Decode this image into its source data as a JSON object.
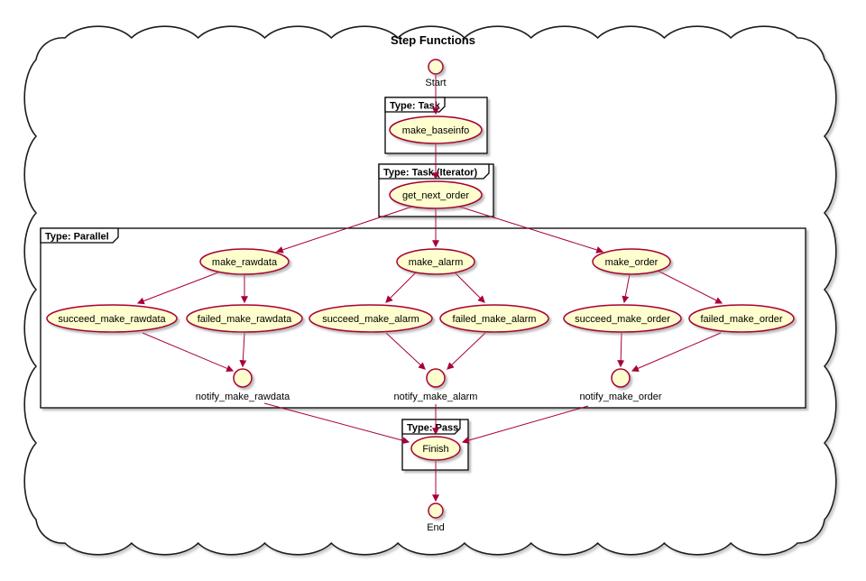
{
  "diagram": {
    "title": "Step Functions",
    "frames": {
      "task": {
        "label": "Type: Task"
      },
      "iterator": {
        "label": "Type: Task (Iterator)"
      },
      "parallel": {
        "label": "Type: Parallel"
      },
      "pass": {
        "label": "Type: Pass"
      }
    },
    "nodes": {
      "start": {
        "label": "Start",
        "shape": "circle"
      },
      "make_baseinfo": {
        "label": "make_baseinfo",
        "shape": "ellipse"
      },
      "get_next_order": {
        "label": "get_next_order",
        "shape": "ellipse"
      },
      "make_rawdata": {
        "label": "make_rawdata",
        "shape": "ellipse"
      },
      "succeed_make_rawdata": {
        "label": "succeed_make_rawdata",
        "shape": "ellipse"
      },
      "failed_make_rawdata": {
        "label": "failed_make_rawdata",
        "shape": "ellipse"
      },
      "notify_make_rawdata": {
        "label": "notify_make_rawdata",
        "shape": "circle"
      },
      "make_alarm": {
        "label": "make_alarm",
        "shape": "ellipse"
      },
      "succeed_make_alarm": {
        "label": "succeed_make_alarm",
        "shape": "ellipse"
      },
      "failed_make_alarm": {
        "label": "failed_make_alarm",
        "shape": "ellipse"
      },
      "notify_make_alarm": {
        "label": "notify_make_alarm",
        "shape": "circle"
      },
      "make_order": {
        "label": "make_order",
        "shape": "ellipse"
      },
      "succeed_make_order": {
        "label": "succeed_make_order",
        "shape": "ellipse"
      },
      "failed_make_order": {
        "label": "failed_make_order",
        "shape": "ellipse"
      },
      "notify_make_order": {
        "label": "notify_make_order",
        "shape": "circle"
      },
      "finish": {
        "label": "Finish",
        "shape": "ellipse"
      },
      "end": {
        "label": "End",
        "shape": "circle"
      }
    },
    "edges": [
      {
        "from": "start",
        "to": "make_baseinfo"
      },
      {
        "from": "make_baseinfo",
        "to": "get_next_order"
      },
      {
        "from": "get_next_order",
        "to": "make_rawdata"
      },
      {
        "from": "get_next_order",
        "to": "make_alarm"
      },
      {
        "from": "get_next_order",
        "to": "make_order"
      },
      {
        "from": "make_rawdata",
        "to": "succeed_make_rawdata"
      },
      {
        "from": "make_rawdata",
        "to": "failed_make_rawdata"
      },
      {
        "from": "succeed_make_rawdata",
        "to": "notify_make_rawdata"
      },
      {
        "from": "failed_make_rawdata",
        "to": "notify_make_rawdata"
      },
      {
        "from": "make_alarm",
        "to": "succeed_make_alarm"
      },
      {
        "from": "make_alarm",
        "to": "failed_make_alarm"
      },
      {
        "from": "succeed_make_alarm",
        "to": "notify_make_alarm"
      },
      {
        "from": "failed_make_alarm",
        "to": "notify_make_alarm"
      },
      {
        "from": "make_order",
        "to": "succeed_make_order"
      },
      {
        "from": "make_order",
        "to": "failed_make_order"
      },
      {
        "from": "succeed_make_order",
        "to": "notify_make_order"
      },
      {
        "from": "failed_make_order",
        "to": "notify_make_order"
      },
      {
        "from": "notify_make_rawdata",
        "to": "finish"
      },
      {
        "from": "notify_make_alarm",
        "to": "finish"
      },
      {
        "from": "notify_make_order",
        "to": "finish"
      },
      {
        "from": "finish",
        "to": "end"
      }
    ],
    "colors": {
      "node_fill": "#FEFECE",
      "node_border": "#A80036",
      "edge": "#A80036",
      "frame_border": "#000000",
      "text": "#000000"
    }
  }
}
